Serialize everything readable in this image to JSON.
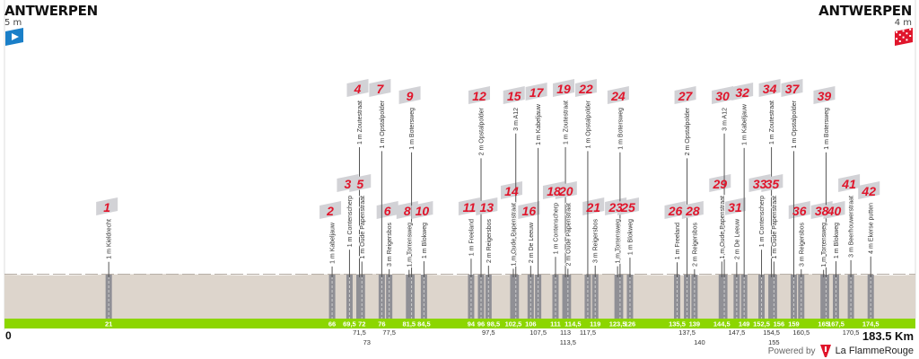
{
  "start": {
    "city": "ANTWERPEN",
    "altitude": "5 m",
    "icon": "start-flag-icon",
    "color": "#1a7fc8"
  },
  "finish": {
    "city": "ANTWERPEN",
    "altitude": "4 m",
    "icon": "finish-checkered-flag-icon",
    "color": "#e0152b"
  },
  "footer": {
    "start_km": "0",
    "total_distance": "183.5 Km",
    "powered_by": "Powered by",
    "brand": "La FlammeRouge"
  },
  "chart_data": {
    "type": "area",
    "title": "Stage profile Antwerpen - Antwerpen",
    "xlabel": "Km",
    "xlim": [
      0,
      183.5
    ],
    "altitude_start_m": 5,
    "altitude_finish_m": 4,
    "sectors": [
      {
        "n": "1",
        "km": 21,
        "label": "1 m Kieldrecht"
      },
      {
        "n": "2",
        "km": 66,
        "label": "1 m Kabeljauw"
      },
      {
        "n": "3",
        "km": 69.5,
        "label": "1 m Contenscherp"
      },
      {
        "n": "4",
        "km": 71.5,
        "label": "1 m Zoutestraat"
      },
      {
        "n": "5",
        "km": 72,
        "label": "1 m Oude Papenstraat"
      },
      {
        "n": "6",
        "km": 77.5,
        "label": "3 m Reigersbos"
      },
      {
        "n": "7",
        "km": 76,
        "label": "1 m Opstalpolder"
      },
      {
        "n": "8",
        "km": 81.5,
        "label": "1 m Torrensweg"
      },
      {
        "n": "9",
        "km": 82,
        "label": "1 m Botersweg"
      },
      {
        "n": "10",
        "km": 84.5,
        "label": "1 m Blokweg"
      },
      {
        "n": "11",
        "km": 94,
        "label": "1 m Freeland"
      },
      {
        "n": "12",
        "km": 96,
        "label": "2 m Opstalpolder"
      },
      {
        "n": "13",
        "km": 97.5,
        "label": "2 m Reigersbos"
      },
      {
        "n": "14",
        "km": 102.5,
        "label": "1 m Oude Papenstraat"
      },
      {
        "n": "15",
        "km": 103,
        "label": "3 m A12"
      },
      {
        "n": "16",
        "km": 106,
        "label": "2 m De Leeuw"
      },
      {
        "n": "17",
        "km": 107.5,
        "label": "1 m Kabeljauw"
      },
      {
        "n": "18",
        "km": 111,
        "label": "1 m Contenscherp"
      },
      {
        "n": "19",
        "km": 113,
        "label": "1 m Zoutestraat"
      },
      {
        "n": "20",
        "km": 113.5,
        "label": "2 m Oude Papenstraat"
      },
      {
        "n": "21",
        "km": 119,
        "label": "3 m Reigersbos"
      },
      {
        "n": "22",
        "km": 117.5,
        "label": "1 m Opstalpolder"
      },
      {
        "n": "23",
        "km": 123.5,
        "label": "1 m Torrensweg"
      },
      {
        "n": "24",
        "km": 124,
        "label": "1 m Botersweg"
      },
      {
        "n": "25",
        "km": 126,
        "label": "1 m Blokweg"
      },
      {
        "n": "26",
        "km": 135.5,
        "label": "1 m Freeland"
      },
      {
        "n": "27",
        "km": 137.5,
        "label": "2 m Opstalpolder"
      },
      {
        "n": "28",
        "km": 139,
        "label": "2 m Reigersbos"
      },
      {
        "n": "29",
        "km": 144.5,
        "label": "1 m Oude Papenstraat"
      },
      {
        "n": "30",
        "km": 145,
        "label": "3 m A12"
      },
      {
        "n": "31",
        "km": 147.5,
        "label": "2 m De Leeuw"
      },
      {
        "n": "32",
        "km": 149,
        "label": "1 m Kabeljauw"
      },
      {
        "n": "33",
        "km": 152.5,
        "label": "1 m Contenscherp"
      },
      {
        "n": "34",
        "km": 154.5,
        "label": "1 m Zoutestraat"
      },
      {
        "n": "35",
        "km": 155,
        "label": "1 m Oude Papenstraat"
      },
      {
        "n": "36",
        "km": 160.5,
        "label": "3 m Reigersbos"
      },
      {
        "n": "37",
        "km": 159,
        "label": "1 m Opstalpolder"
      },
      {
        "n": "38",
        "km": 165,
        "label": "1 m Torrensweg"
      },
      {
        "n": "39",
        "km": 165.5,
        "label": "1 m Botersweg"
      },
      {
        "n": "40",
        "km": 167.5,
        "label": "1 m Blokweg"
      },
      {
        "n": "41",
        "km": 170.5,
        "label": "3 m Beerhouwerstraat"
      },
      {
        "n": "42",
        "km": 174.5,
        "label": "4 m Ekerse putten"
      }
    ],
    "km_labels_row1": [
      "21",
      "66",
      "69,5",
      "72",
      "76",
      "81,5",
      "84,5",
      "94",
      "96",
      "98,5",
      "102,5",
      "106",
      "111",
      "114,5",
      "119",
      "123,5",
      "126",
      "135,5",
      "139",
      "144,5",
      "149",
      "152,5",
      "156",
      "159",
      "165",
      "167,5",
      "174,5"
    ],
    "km_labels_row2": [
      "71,5",
      "77,5",
      "97,5",
      "107,5",
      "113",
      "117,5",
      "137,5",
      "147,5",
      "154,5",
      "160,5",
      "170,5"
    ],
    "km_labels_row3": [
      "73",
      "113,5",
      "140",
      "155"
    ],
    "colors": {
      "terrain": "#ddd5cc",
      "sector": "#8f8f95",
      "band": "#8cd600",
      "flag_bg": "#d2d2d6",
      "flag_num": "#e0152b"
    }
  }
}
